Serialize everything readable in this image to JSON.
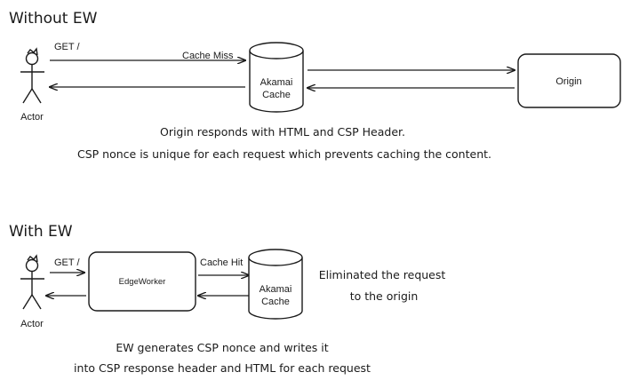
{
  "sections": {
    "without": {
      "title": "Without EW",
      "actor_label": "Actor",
      "request_label": "GET /",
      "cache_status": "Cache Miss",
      "cache_label": [
        "Akamai",
        "Cache"
      ],
      "origin_label": "Origin",
      "notes": [
        "Origin responds with HTML and CSP Header.",
        "CSP nonce is unique for each request which prevents caching the content."
      ]
    },
    "with": {
      "title": "With EW",
      "actor_label": "Actor",
      "request_label": "GET /",
      "edgeworker_label": "EdgeWorker",
      "cache_status": "Cache Hit",
      "cache_label": [
        "Akamai",
        "Cache"
      ],
      "side_note": [
        "Eliminated the request",
        "to the origin"
      ],
      "notes": [
        "EW generates CSP nonce and writes it",
        "into CSP response header and HTML for each request"
      ]
    }
  }
}
